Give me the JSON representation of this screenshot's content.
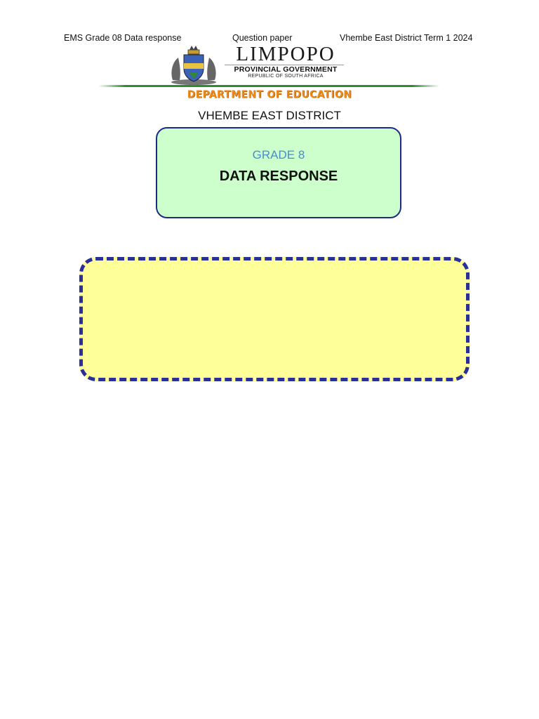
{
  "header": {
    "left": "EMS Grade 08 Data response",
    "middle": "Question paper",
    "right": "Vhembe East District Term 1 2024"
  },
  "logo": {
    "title": "LIMPOPO",
    "subtitle": "PROVINCIAL GOVERNMENT",
    "country": "REPUBLIC OF SOUTH AFRICA",
    "crest_icon": "coat-of-arms-icon"
  },
  "department": "DEPARTMENT OF EDUCATION",
  "district": "VHEMBE EAST DISTRICT",
  "cover": {
    "grade": "GRADE 8",
    "subject": "DATA RESPONSE"
  },
  "colors": {
    "department": "#f08a17",
    "grade_text": "#4a8ec5",
    "green_box": "#ccffcc",
    "yellow_box": "#ffff99",
    "border_blue": "#1f2a86"
  }
}
